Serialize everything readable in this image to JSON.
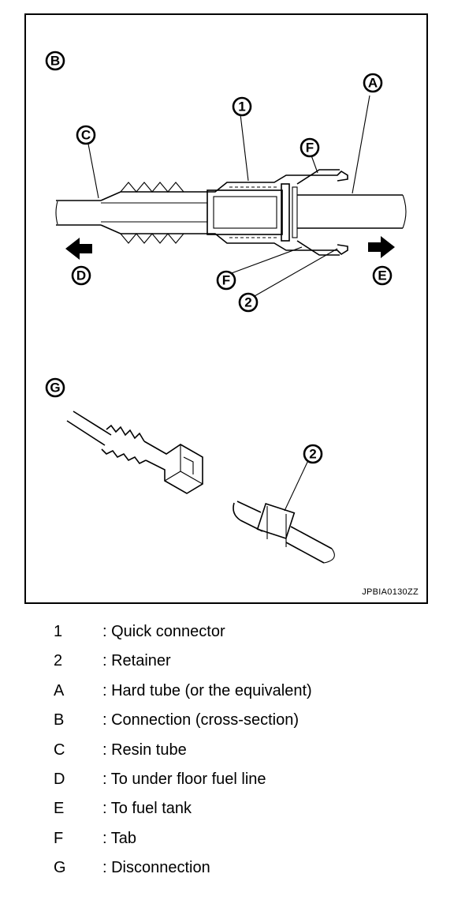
{
  "figure": {
    "callouts": {
      "b": "B",
      "c": "C",
      "one": "1",
      "f_top": "F",
      "a": "A",
      "d": "D",
      "f_bottom": "F",
      "two_top": "2",
      "e": "E",
      "g": "G",
      "two_bottom": "2"
    },
    "code": "JPBIA0130ZZ"
  },
  "legend": [
    {
      "key": "1",
      "text": ": Quick connector"
    },
    {
      "key": "2",
      "text": ": Retainer"
    },
    {
      "key": "A",
      "text": ": Hard tube (or the equivalent)"
    },
    {
      "key": "B",
      "text": ": Connection (cross-section)"
    },
    {
      "key": "C",
      "text": ": Resin tube"
    },
    {
      "key": "D",
      "text": ": To under floor fuel line"
    },
    {
      "key": "E",
      "text": ": To fuel tank"
    },
    {
      "key": "F",
      "text": ": Tab"
    },
    {
      "key": "G",
      "text": ": Disconnection"
    }
  ]
}
